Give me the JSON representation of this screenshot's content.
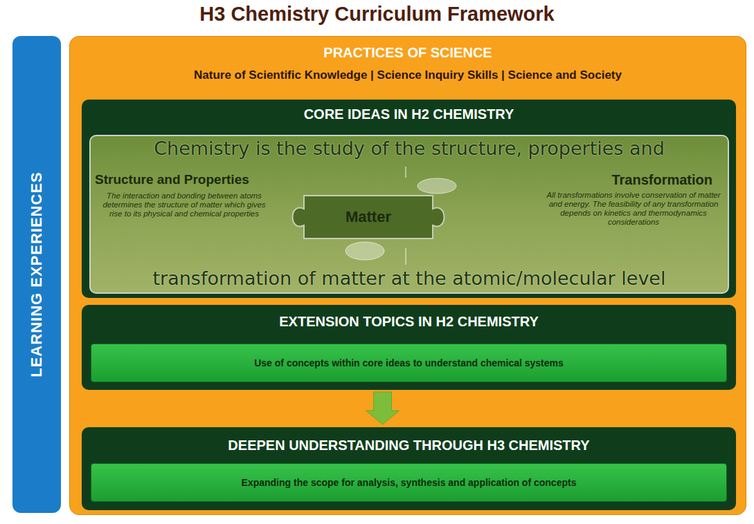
{
  "diagram": {
    "title": "H3 Chemistry Curriculum Framework",
    "nodes": [
      {
        "text": [
          "LEARNING EXPERIENCES"
        ]
      },
      {
        "text": [
          "PRACTICES OF SCIENCE",
          "Nature of Scientific Knowledge | Science Inquiry Skills | Science and Society"
        ]
      },
      {
        "text": [
          "CORE IDEAS IN H2 CHEMISTRY"
        ],
        "in": 1
      },
      {
        "text": [
          "Chemistry is the study of the structure, properties and",
          "transformation of matter at the atomic/molecular level"
        ],
        "in": 2
      },
      {
        "text": [
          "Structure and Properties",
          "The interaction and bonding between atoms determines the structure of matter which gives rise to its physical and chemical properties"
        ],
        "in": 3
      },
      {
        "text": [
          "Matter"
        ],
        "in": 3
      },
      {
        "text": [
          "Transformation",
          "All transformations involve conservation of matter and energy. The feasibility of any transformation depends on kinetics and thermodynamics considerations"
        ],
        "in": 3
      },
      {
        "text": [
          "EXTENSION TOPICS IN H2 CHEMISTRY"
        ],
        "in": 1
      },
      {
        "text": [
          "Use of concepts within core ideas to understand chemical systems"
        ],
        "in": 7
      },
      {
        "text": [
          "DEEPEN UNDERSTANDING THROUGH H3 CHEMISTRY"
        ],
        "in": 1
      },
      {
        "text": [
          "Expanding the scope for analysis, synthesis and application of concepts"
        ],
        "in": 9
      }
    ],
    "edges": [
      {
        "from": 7,
        "to": 9,
        "arrow": "to"
      }
    ]
  }
}
